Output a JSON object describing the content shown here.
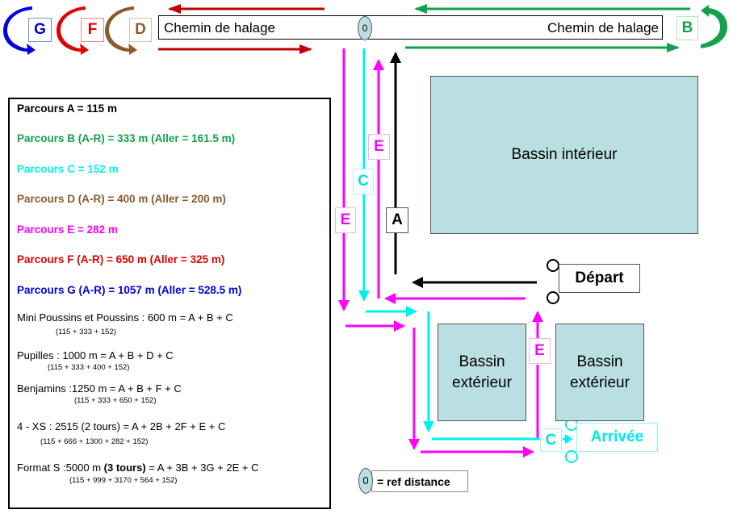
{
  "colors": {
    "A": "#000000",
    "B": "#13a24b",
    "C": "#00f0f0",
    "D": "#8b5a2b",
    "E": "#ff00ff",
    "F": "#e00000",
    "G": "#0000e0",
    "pool": "#badfe2"
  },
  "towpath": {
    "label_left": "Chemin de halage",
    "label_right": "Chemin de halage",
    "ref_zero": "0"
  },
  "loop_labels": {
    "G": "G",
    "F": "F",
    "D": "D",
    "B": "B"
  },
  "path_labels": {
    "E_left": "E",
    "C_mid": "C",
    "E_mid": "E",
    "A": "A",
    "E_lower": "E",
    "C_finish": "C"
  },
  "pools": {
    "indoor": "Bassin intérieur",
    "outdoor_1_line1": "Bassin",
    "outdoor_1_line2": "extérieur",
    "outdoor_2_line1": "Bassin",
    "outdoor_2_line2": "extérieur"
  },
  "start_label": "Départ",
  "finish_label": "Arrivée",
  "ref_legend": {
    "zero": "0",
    "text": "= ref distance"
  },
  "legend": {
    "parcours": [
      {
        "key": "A",
        "text": "Parcours A = 115 m"
      },
      {
        "key": "B",
        "text": "Parcours B (A-R) = 333 m (Aller = 161.5 m)"
      },
      {
        "key": "C",
        "text": "Parcours C = 152 m"
      },
      {
        "key": "D",
        "text": "Parcours D (A-R) = 400 m (Aller = 200 m)"
      },
      {
        "key": "E",
        "text": "Parcours E = 282 m"
      },
      {
        "key": "F",
        "text": "Parcours F (A-R) = 650 m (Aller = 325 m)"
      },
      {
        "key": "G",
        "text": "Parcours G (A-R) = 1057 m (Aller = 528.5 m)"
      }
    ],
    "formats": [
      {
        "main": "Mini Poussins et Poussins : 600 m = A  +  B  +  C",
        "detail": "(115 + 333 + 152)"
      },
      {
        "main": "Pupilles : 1000 m = A + B + D + C",
        "detail": "(115 + 333 + 400 + 152)"
      },
      {
        "main": "Benjamins :1250 m = A  +  B  +  F  +  C",
        "detail": "(115 + 333 + 650 + 152)"
      },
      {
        "main": "4 - XS : 2515 (2 tours) = A + 2B + 2F + E + C",
        "detail": "(115 + 666 + 1300 + 282 + 152)"
      },
      {
        "main_pre": "Format S :5000 m ",
        "main_bold": "(3 tours)",
        "main_post": " = A + 3B + 3G + 2E + C",
        "detail": "(115 + 999 + 3170 + 564 + 152)"
      }
    ]
  }
}
